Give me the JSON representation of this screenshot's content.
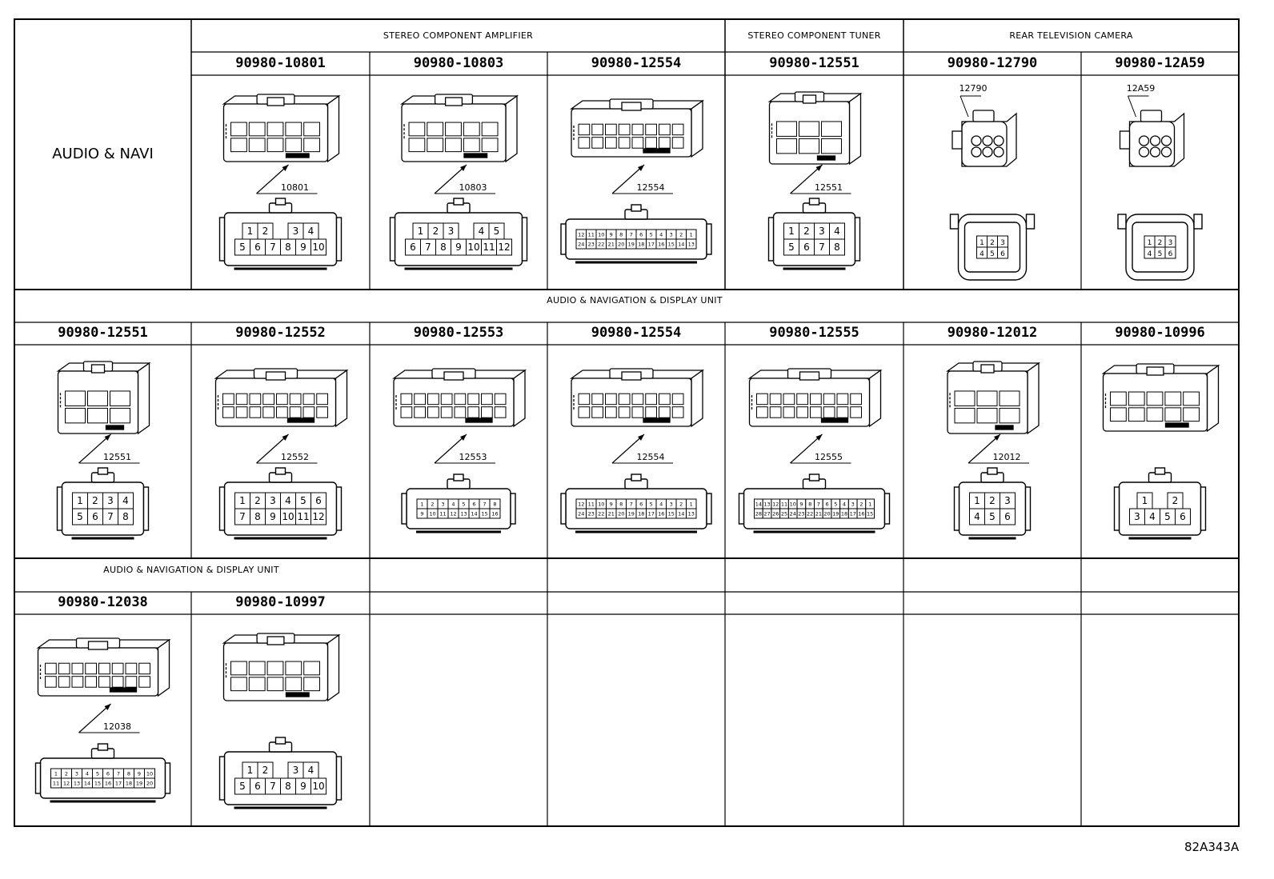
{
  "rows": [
    {
      "id": "row1",
      "label": "AUDIO & NAVI",
      "groups": [
        {
          "name": "STEREO COMPONENT AMPLIFIER",
          "span": 3
        },
        {
          "name": "STEREO COMPONENT TUNER",
          "span": 1
        },
        {
          "name": "REAR TELEVISION CAMERA",
          "span": 2
        }
      ],
      "parts": [
        {
          "number": "90980-10801",
          "label": "10801",
          "pins": [
            "1",
            "2",
            "3",
            "4",
            "5",
            "6",
            "7",
            "8",
            "9",
            "10"
          ]
        },
        {
          "number": "90980-10803",
          "label": "10803",
          "pins": [
            "1",
            "2",
            "3",
            "4",
            "5",
            "6",
            "7",
            "8",
            "9",
            "10",
            "11",
            "12"
          ]
        },
        {
          "number": "90980-12554",
          "label": "12554",
          "pins": [
            "12",
            "11",
            "10",
            "9",
            "8",
            "7",
            "6",
            "5",
            "4",
            "3",
            "2",
            "1",
            "24",
            "23",
            "22",
            "21",
            "20",
            "19",
            "18",
            "17",
            "16",
            "15",
            "14",
            "13"
          ]
        },
        {
          "number": "90980-12551",
          "label": "12551",
          "pins": [
            "1",
            "2",
            "3",
            "4",
            "5",
            "6",
            "7",
            "8"
          ]
        },
        {
          "number": "90980-12790",
          "label": "12790",
          "pins": [
            "1",
            "2",
            "3",
            "4",
            "5",
            "6"
          ]
        },
        {
          "number": "90980-12A59",
          "label": "12A59",
          "pins": [
            "1",
            "2",
            "3",
            "4",
            "5",
            "6"
          ]
        }
      ]
    },
    {
      "id": "row2",
      "groups": [
        {
          "name": "AUDIO & NAVIGATION & DISPLAY UNIT",
          "span": 7
        }
      ],
      "parts": [
        {
          "number": "90980-12551",
          "label": "12551",
          "pins": [
            "1",
            "2",
            "3",
            "4",
            "5",
            "6",
            "7",
            "8"
          ]
        },
        {
          "number": "90980-12552",
          "label": "12552",
          "pins": [
            "1",
            "2",
            "3",
            "4",
            "5",
            "6",
            "7",
            "8",
            "9",
            "10",
            "11",
            "12"
          ]
        },
        {
          "number": "90980-12553",
          "label": "12553",
          "pins": [
            "1",
            "2",
            "3",
            "4",
            "5",
            "6",
            "7",
            "8",
            "9",
            "10",
            "11",
            "12",
            "13",
            "14",
            "15",
            "16"
          ]
        },
        {
          "number": "90980-12554",
          "label": "12554",
          "pins": [
            "12",
            "11",
            "10",
            "9",
            "8",
            "7",
            "6",
            "5",
            "4",
            "3",
            "2",
            "1",
            "24",
            "23",
            "22",
            "21",
            "20",
            "19",
            "18",
            "17",
            "16",
            "15",
            "14",
            "13"
          ]
        },
        {
          "number": "90980-12555",
          "label": "12555",
          "pins": [
            "14",
            "13",
            "12",
            "11",
            "10",
            "9",
            "8",
            "7",
            "6",
            "5",
            "4",
            "3",
            "2",
            "1",
            "28",
            "27",
            "26",
            "25",
            "24",
            "23",
            "22",
            "21",
            "20",
            "19",
            "18",
            "17",
            "16",
            "15"
          ]
        },
        {
          "number": "90980-12012",
          "label": "12012",
          "pins": [
            "1",
            "2",
            "3",
            "4",
            "5",
            "6"
          ]
        },
        {
          "number": "90980-10996",
          "label": "",
          "pins": [
            "1",
            "2",
            "3",
            "4",
            "5",
            "6"
          ]
        }
      ]
    },
    {
      "id": "row3",
      "groups": [
        {
          "name": "AUDIO & NAVIGATION & DISPLAY UNIT",
          "span": 2
        }
      ],
      "parts": [
        {
          "number": "90980-12038",
          "label": "12038",
          "pins": [
            "1",
            "2",
            "3",
            "4",
            "5",
            "6",
            "7",
            "8",
            "9",
            "10",
            "11",
            "12",
            "13",
            "14",
            "15",
            "16",
            "17",
            "18",
            "19",
            "20"
          ]
        },
        {
          "number": "90980-10997",
          "label": "",
          "pins": [
            "1",
            "2",
            "3",
            "4",
            "5",
            "6",
            "7",
            "8",
            "9",
            "10"
          ]
        }
      ]
    }
  ],
  "figure_id": "82A343A"
}
